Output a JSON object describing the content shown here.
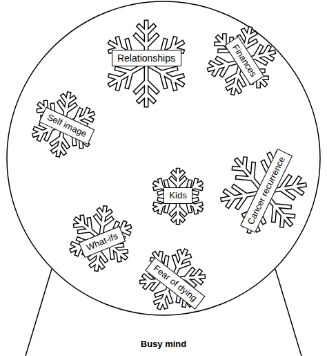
{
  "diagram": {
    "nodes": [
      {
        "text": [
          "Relationships"
        ]
      },
      {
        "text": [
          "Finances"
        ]
      },
      {
        "text": [
          "Self image"
        ]
      },
      {
        "text": [
          "Cancer recurrence"
        ]
      },
      {
        "text": [
          "Kids"
        ]
      },
      {
        "text": [
          "What-ifs"
        ]
      },
      {
        "text": [
          "Fear of dying"
        ]
      }
    ],
    "labels": [
      "Busy mind"
    ]
  }
}
